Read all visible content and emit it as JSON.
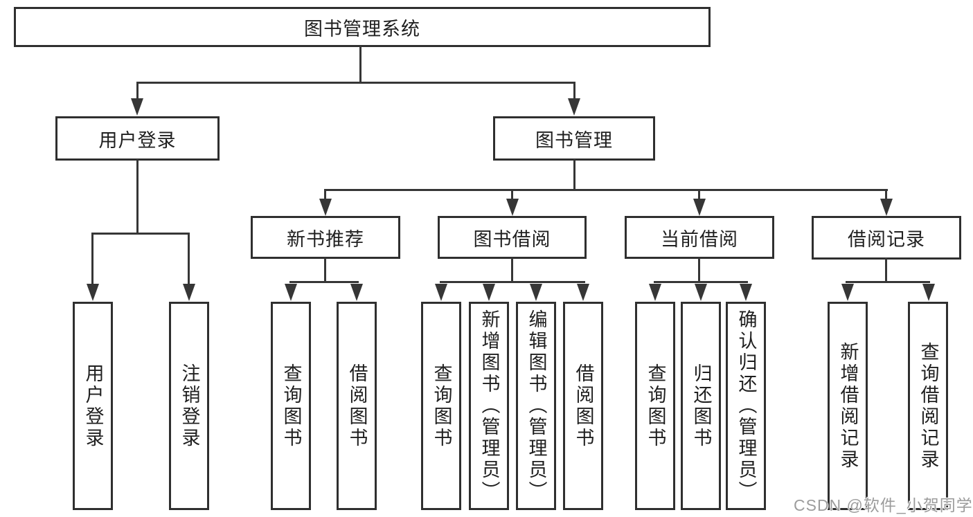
{
  "diagram": {
    "title": "图书管理系统",
    "watermark": "CSDN @软件_小贺同学",
    "nodes": {
      "root": "图书管理系统",
      "userLogin": "用户登录",
      "bookMgmt": "图书管理",
      "newRec": "新书推荐",
      "bookBorrow": "图书借阅",
      "currentBorrow": "当前借阅",
      "borrowRecords": "借阅记录",
      "ulUserLogin": "用户登录",
      "ulLogout": "注销登录",
      "nrQuery": "查询图书",
      "nrBorrow": "借阅图书",
      "bbQuery": "查询图书",
      "bbAdd": "新增图书（管理员）",
      "bbEdit": "编辑图书（管理员）",
      "bbBorrow": "借阅图书",
      "cbQuery": "查询图书",
      "cbReturn": "归还图书",
      "cbConfirm": "确认归还（管理员）",
      "brAdd": "新增借阅记录",
      "brQuery": "查询借阅记录"
    },
    "tree": {
      "label": "图书管理系统",
      "children": [
        {
          "label": "用户登录",
          "children": [
            {
              "label": "用户登录"
            },
            {
              "label": "注销登录"
            }
          ]
        },
        {
          "label": "图书管理",
          "children": [
            {
              "label": "新书推荐",
              "children": [
                {
                  "label": "查询图书"
                },
                {
                  "label": "借阅图书"
                }
              ]
            },
            {
              "label": "图书借阅",
              "children": [
                {
                  "label": "查询图书"
                },
                {
                  "label": "新增图书（管理员）"
                },
                {
                  "label": "编辑图书（管理员）"
                },
                {
                  "label": "借阅图书"
                }
              ]
            },
            {
              "label": "当前借阅",
              "children": [
                {
                  "label": "查询图书"
                },
                {
                  "label": "归还图书"
                },
                {
                  "label": "确认归还（管理员）"
                }
              ]
            },
            {
              "label": "借阅记录",
              "children": [
                {
                  "label": "新增借阅记录"
                },
                {
                  "label": "查询借阅记录"
                }
              ]
            }
          ]
        }
      ]
    },
    "colors": {
      "line": "#363636",
      "border": "#2f2f2f",
      "text": "#1f1f1f",
      "watermark": "#9c9c9c",
      "background": "#ffffff"
    }
  }
}
